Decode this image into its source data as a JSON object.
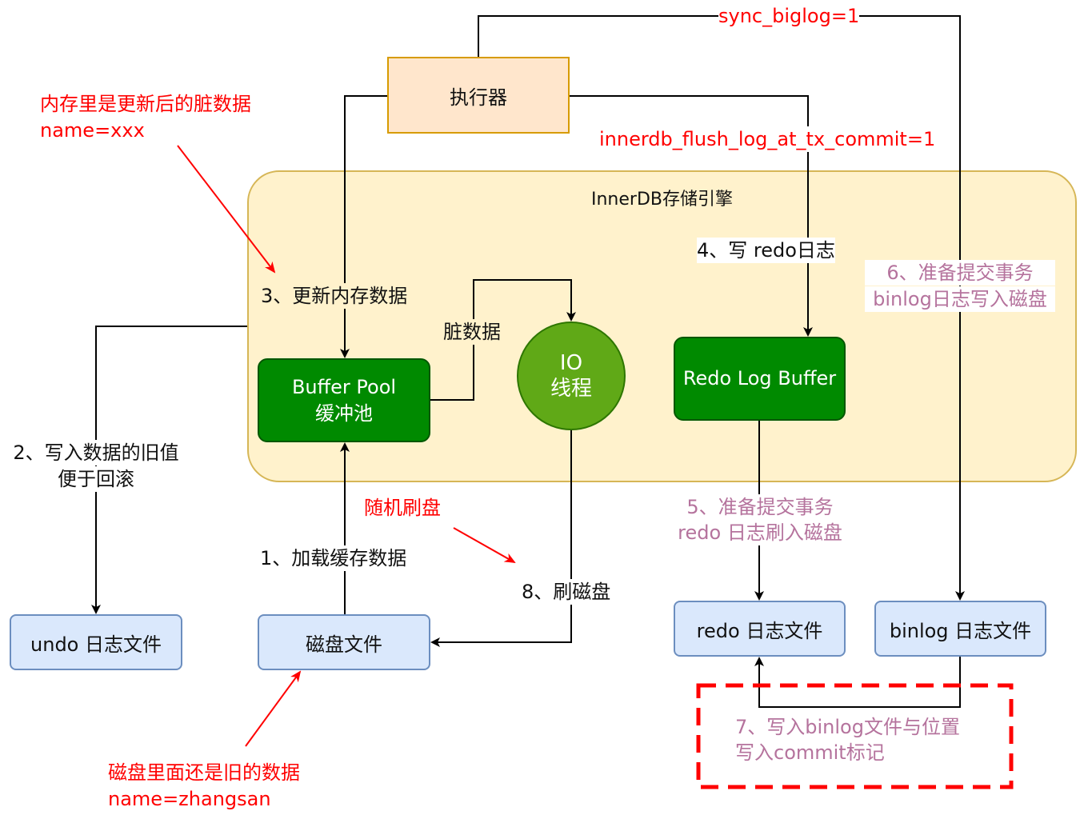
{
  "executor": {
    "label": "执行器"
  },
  "engine": {
    "title": "InnerDB存储引擎"
  },
  "buffer_pool": {
    "line1": "Buffer Pool",
    "line2": "缓冲池"
  },
  "io_thread": {
    "line1": "IO",
    "line2": "线程"
  },
  "redo_log_buffer": {
    "label": "Redo Log Buffer"
  },
  "files": {
    "undo": "undo 日志文件",
    "disk": "磁盘文件",
    "redo": "redo 日志文件",
    "binlog": "binlog 日志文件"
  },
  "labels": {
    "sync_binlog": "sync_biglog=1",
    "flush_log": "innerdb_flush_log_at_tx_commit=1",
    "memory_note_1": "内存里是更新后的脏数据",
    "memory_note_2": "name=xxx",
    "step3": "3、更新内存数据",
    "dirty": "脏数据",
    "step4": "4、写 redo日志",
    "step6_1": "6、准备提交事务",
    "step6_2": "binlog日志写入磁盘",
    "step2_1": "2、写入数据的旧值",
    "step2_2": "便于回滚",
    "random_flush": "随机刷盘",
    "step5_1": "5、准备提交事务",
    "step5_2": "redo 日志刷入磁盘",
    "step1": "1、加载缓存数据",
    "step8": "8、刷磁盘",
    "step7_1": "7、写入binlog文件与位置",
    "step7_2": "写入commit标记",
    "disk_note_1": "磁盘里面还是旧的数据",
    "disk_note_2": "name=zhangsan"
  },
  "colors": {
    "annotation_red": "#ff0000",
    "step_purple": "#b5739d",
    "box_green": "#008a00",
    "io_green": "#60a917",
    "file_blue": "#dae8fc",
    "executor_orange": "#ffe6cc",
    "engine_yellow": "#fff2cc"
  }
}
